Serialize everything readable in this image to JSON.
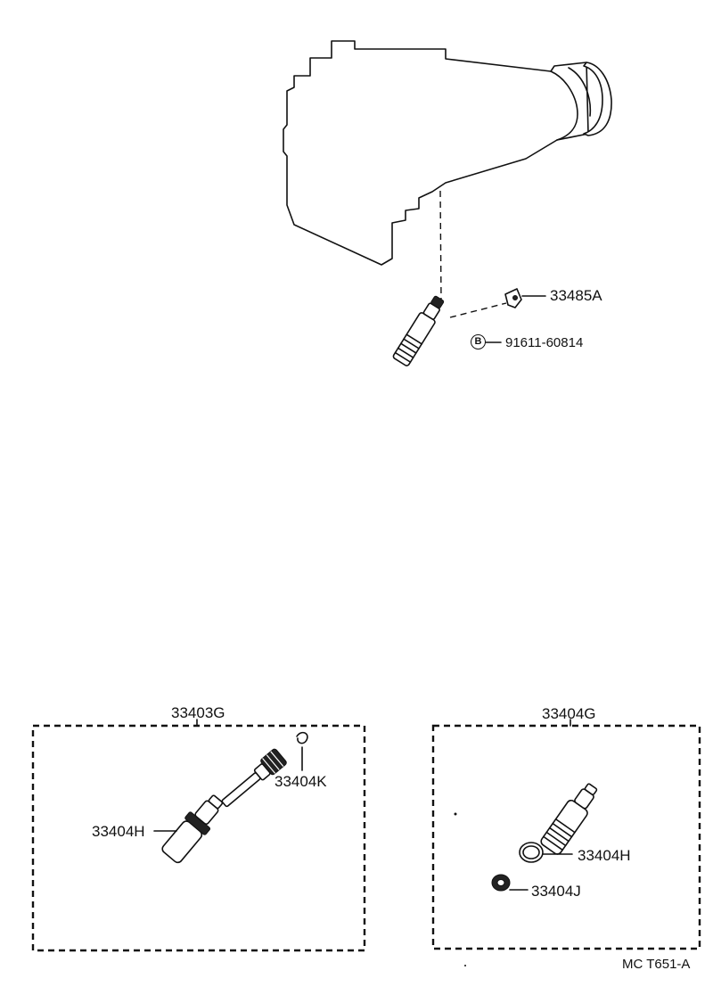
{
  "parts": {
    "p33485A": "33485A",
    "p91611": "91611-60814",
    "p33403G": "33403G",
    "p33404K": "33404K",
    "p33404H_left": "33404H",
    "p33404G": "33404G",
    "p33404H_right": "33404H",
    "p33404J": "33404J"
  },
  "badge_letter": "B",
  "footer_code": "MC T651-A"
}
